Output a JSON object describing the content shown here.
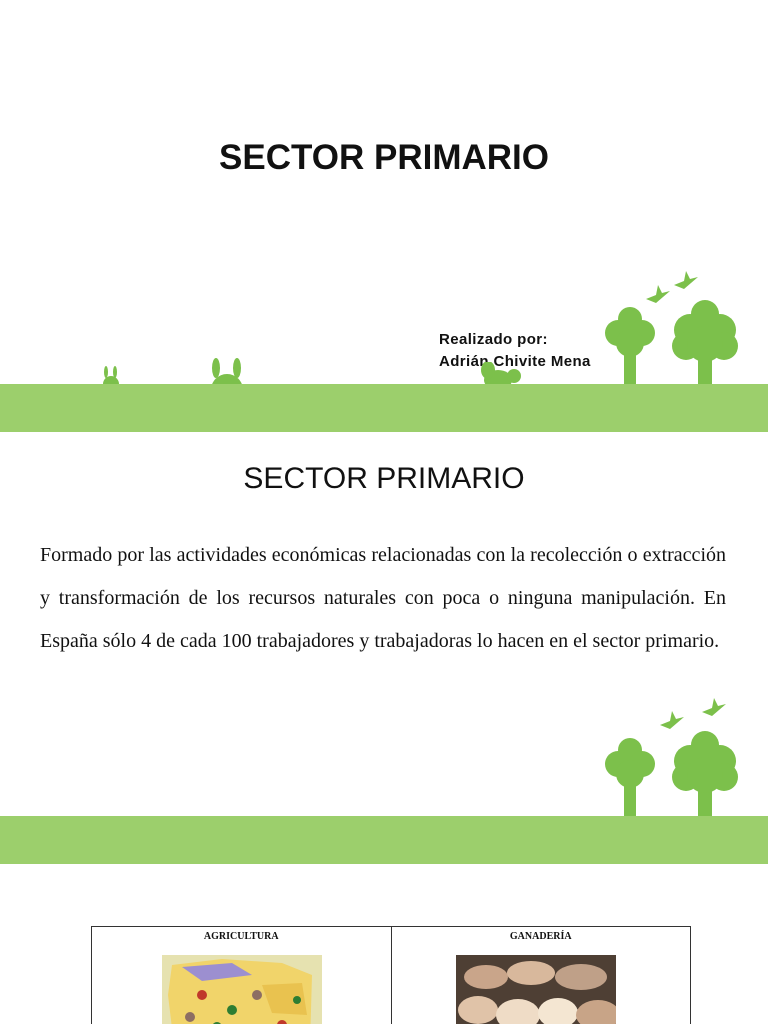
{
  "slide1": {
    "title": "SECTOR PRIMARIO",
    "author_label": "Realizado por:",
    "author_name": "Adrián Chivite Mena"
  },
  "slide2": {
    "title": "SECTOR PRIMARIO",
    "body": "Formado por las actividades económicas relacionadas con la recolección o extracción y transformación de los recursos naturales con poca o ninguna manipulación. En España sólo 4 de cada 100 trabajadores y trabajadoras lo hacen en el sector primario."
  },
  "slide3": {
    "table_headers": [
      "AGRICULTURA",
      "GANADERÍA"
    ]
  },
  "colors": {
    "ground": "#9ccf6c",
    "decoration": "#7cc04b",
    "text": "#111111"
  },
  "icons": [
    "tree-icon",
    "bird-icon",
    "rabbit-icon",
    "squirrel-icon"
  ]
}
